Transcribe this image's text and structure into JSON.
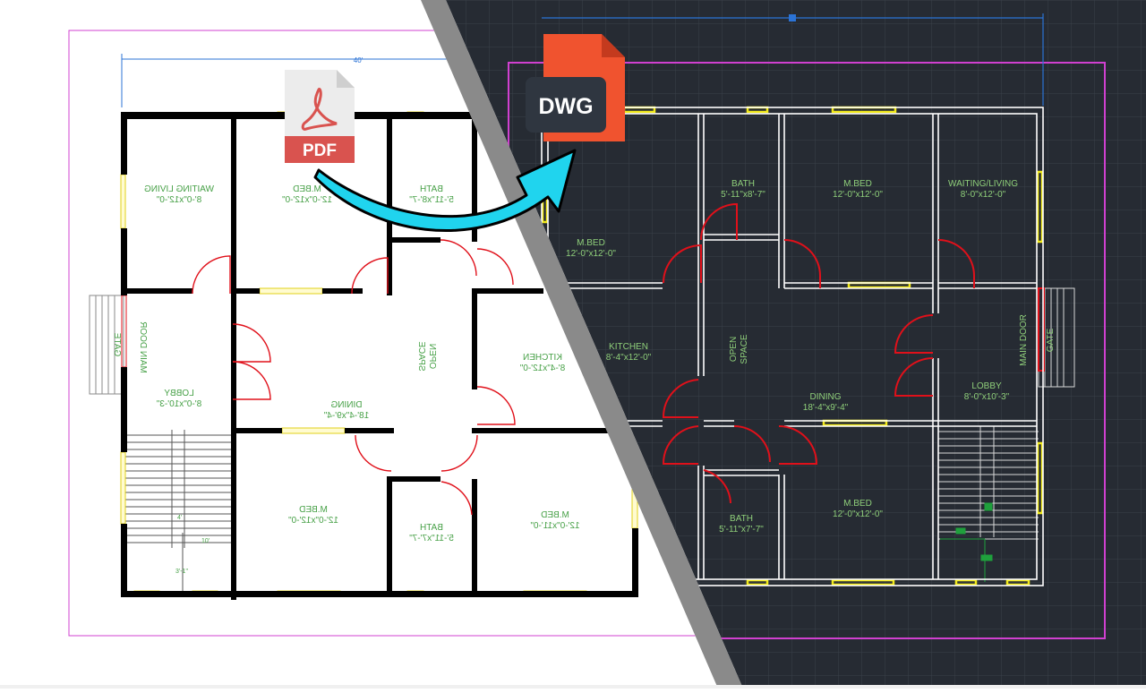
{
  "pdf_side": {
    "dimension_label": "40'",
    "rooms": [
      {
        "name": "WAITING LIVING",
        "size": "8'-0\"x12'-0\""
      },
      {
        "name": "M.BED",
        "size": "12'-0\"x12'-0\""
      },
      {
        "name": "BATH",
        "size": "5'-11\"x8'-7\""
      },
      {
        "name": "OPEN",
        "size": "SPACE"
      },
      {
        "name": "KITCHEN",
        "size": "8'-4\"x12'-0\""
      },
      {
        "name": "LOBBY",
        "size": "8'-0\"x10'-3\""
      },
      {
        "name": "DINING",
        "size": "18'-4\"x9'-4\""
      },
      {
        "name": "M.BED",
        "size": "12'-0\"x12'-0\""
      },
      {
        "name": "BATH",
        "size": "5'-11\"x7'-7\""
      },
      {
        "name": "M.BED",
        "size": "12'-0\"x11'-0\""
      }
    ],
    "main_door": "MAIN DOOR",
    "gate": "GATE",
    "stair_dims": [
      "4'",
      "10'",
      "3'-1\""
    ]
  },
  "dwg_side": {
    "rooms": [
      {
        "name": "BATH",
        "size": "5'-11\"x8'-7\""
      },
      {
        "name": "M.BED",
        "size": "12'-0\"x12'-0\""
      },
      {
        "name": "WAITING/LIVING",
        "size": "8'-0\"x12'-0\""
      },
      {
        "name": "M.BED",
        "size": "12'-0\"x12'-0\""
      },
      {
        "name": "KITCHEN",
        "size": "8'-4\"x12'-0\""
      },
      {
        "name": "OPEN",
        "size": "SPACE"
      },
      {
        "name": "DINING",
        "size": "18'-4\"x9'-4\""
      },
      {
        "name": "LOBBY",
        "size": "8'-0\"x10'-3\""
      },
      {
        "name": "M.BED",
        "size": "12'-0\"x12'-0\""
      },
      {
        "name": "BATH",
        "size": "5'-11\"x7'-7\""
      }
    ],
    "main_door": "MAIN DOOR",
    "gate": "GATE"
  },
  "badges": {
    "pdf": {
      "label": "PDF",
      "icon": "acrobat-pdf-file-icon",
      "color": "#d9534f"
    },
    "dwg": {
      "label": "DWG",
      "icon": "dwg-file-icon",
      "color": "#f0532f",
      "tag_color": "#2f3640"
    }
  },
  "colors": {
    "cad_background": "#262b33",
    "cad_grid": "#3a404a",
    "wall_black": "#000000",
    "wall_white": "#ffffff",
    "door_red": "#e0101a",
    "window_yellow": "#f2ea1c",
    "label_green": "#46a046",
    "boundary_magenta": "#d040d0",
    "dimension_blue": "#2b73d6",
    "arrow_cyan": "#20d4ee",
    "divider_gray": "#8a8a8a"
  }
}
